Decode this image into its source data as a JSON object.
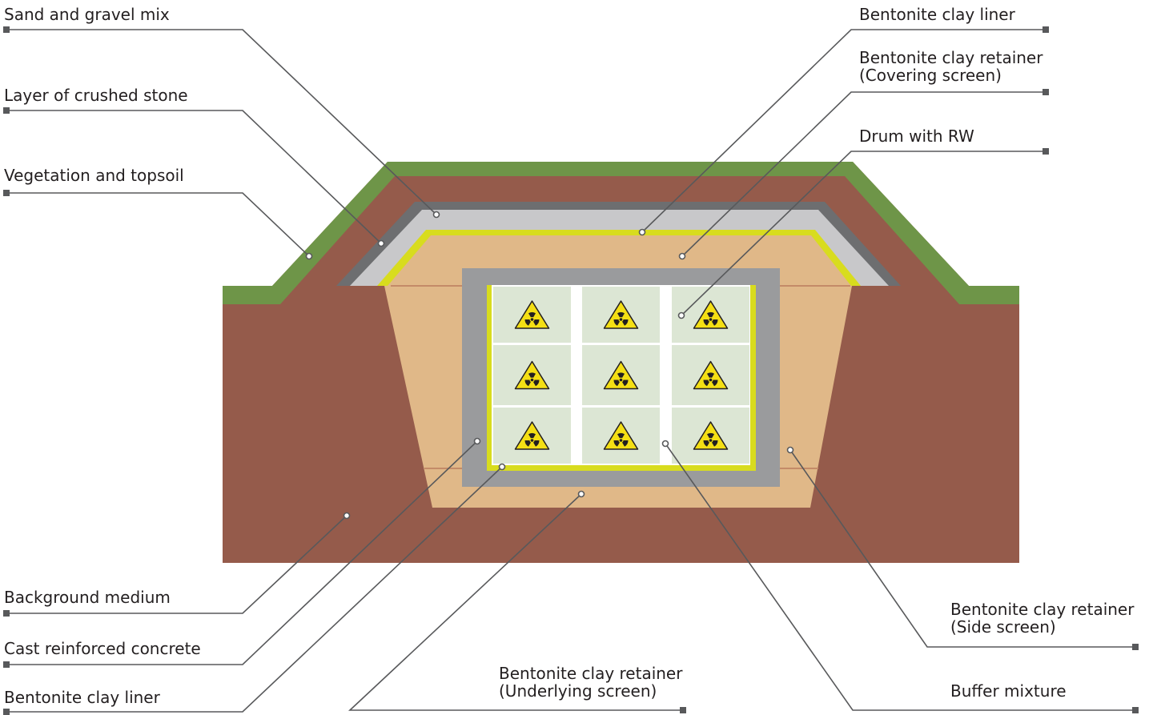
{
  "labels": {
    "sand_gravel": "Sand and gravel mix",
    "crushed_stone": "Layer of crushed stone",
    "vegetation": "Vegetation and topsoil",
    "background_medium": "Background medium",
    "cast_concrete": "Cast reinforced concrete",
    "bentonite_liner_bottom": "Bentonite clay liner",
    "bentonite_liner_top": "Bentonite clay liner",
    "retainer_covering": [
      "Bentonite clay retainer",
      "(Covering screen)"
    ],
    "drum_rw": "Drum with RW",
    "retainer_side": [
      "Bentonite clay retainer",
      "(Side screen)"
    ],
    "retainer_underlying": [
      "Bentonite clay retainer",
      "(Underlying screen)"
    ],
    "buffer_mixture": "Buffer mixture"
  },
  "colors": {
    "soil": "#955b4b",
    "vegetation": "#6e9548",
    "liner": "#6d6e70",
    "sand_gravel": "#c8c8ca",
    "retainer": "#d8dc1e",
    "buffer": "#e0b888",
    "concrete": "#9a9b9d",
    "drum_cell": "#dce6d4",
    "hazard": "#f4df14",
    "leader": "#58595b"
  },
  "icons": {
    "drum_symbol": "radiation-hazard-icon"
  },
  "drums": {
    "rows": 3,
    "cols": 3
  }
}
